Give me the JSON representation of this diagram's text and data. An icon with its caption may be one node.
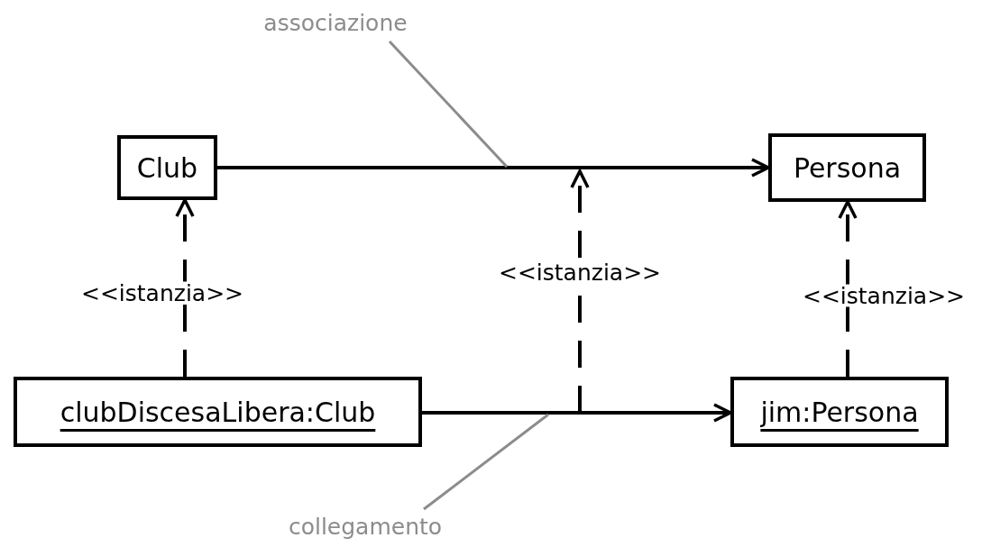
{
  "diagram": {
    "nodes": [
      {
        "text": [
          "associazione"
        ]
      },
      {
        "text": [
          "Club"
        ]
      },
      {
        "text": [
          "Persona"
        ]
      },
      {
        "text": [
          "clubDiscesaLibera:Club"
        ]
      },
      {
        "text": [
          "jim:Persona"
        ]
      },
      {
        "text": [
          "collegamento"
        ]
      },
      {
        "text": [
          "<<istanzia>>"
        ]
      }
    ],
    "edges": [
      {
        "from": 1,
        "to": 2,
        "arrow": "to"
      },
      {
        "from": 3,
        "to": 4,
        "arrow": "to"
      },
      {
        "from": 3,
        "to": 1,
        "arrow": "to",
        "style": "dashed",
        "label": "<<istanzia>>"
      },
      {
        "from": null,
        "to": 6,
        "arrow": "none",
        "style": "dashed"
      },
      {
        "from": 6,
        "to": null,
        "arrow": "to",
        "style": "dashed"
      },
      {
        "from": 4,
        "to": 2,
        "arrow": "to",
        "style": "dashed",
        "label": "<<istanzia>>"
      },
      {
        "from": 0,
        "to": null,
        "arrow": "none",
        "color": "#8c8c8c"
      },
      {
        "from": 5,
        "to": null,
        "arrow": "none",
        "color": "#8c8c8c"
      }
    ]
  }
}
